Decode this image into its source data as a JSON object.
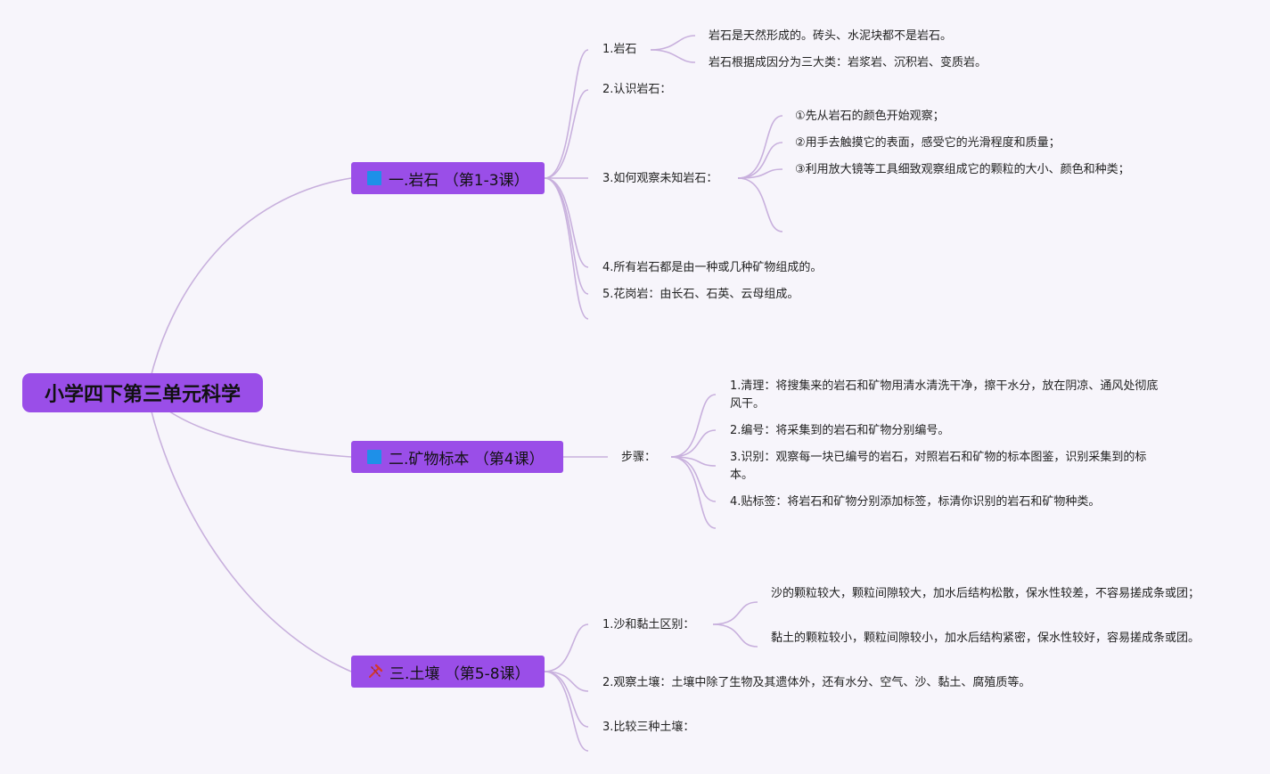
{
  "root": {
    "title": "小学四下第三单元科学"
  },
  "branches": [
    {
      "label": "一.岩石 （第1-3课）",
      "icon": "blue-square-icon",
      "children": {
        "c1": "1.岩石",
        "c1a": "岩石是天然形成的。砖头、水泥块都不是岩石。",
        "c1b": "岩石根据成因分为三大类：岩浆岩、沉积岩、变质岩。",
        "c2": "2.认识岩石：",
        "c3": "3.如何观察未知岩石：",
        "c3a": "①先从岩石的颜色开始观察；",
        "c3b": "②用手去触摸它的表面，感受它的光滑程度和质量；",
        "c3c": "③利用放大镜等工具细致观察组成它的颗粒的大小、颜色和种类；",
        "c4": "4.所有岩石都是由一种或几种矿物组成的。",
        "c5": "5.花岗岩：由长石、石英、云母组成。"
      }
    },
    {
      "label": "二.矿物标本 （第4课）",
      "icon": "blue-square-icon",
      "children": {
        "steps": "步骤：",
        "s1": "1.清理：将搜集来的岩石和矿物用清水清洗干净，擦干水分，放在阴凉、通风处彻底风干。",
        "s2": "2.编号：将采集到的岩石和矿物分别编号。",
        "s3": "3.识别：观察每一块已编号的岩石，对照岩石和矿物的标本图鉴，识别采集到的标本。",
        "s4": "4.贴标签：将岩石和矿物分别添加标签，标清你识别的岩石和矿物种类。"
      }
    },
    {
      "label": "三.土壤 （第5-8课）",
      "icon": "hammer-pick-icon",
      "children": {
        "c1": "1.沙和黏土区别：",
        "c1a": "沙的颗粒较大，颗粒间隙较大，加水后结构松散，保水性较差，不容易搓成条或团；",
        "c1b": "黏土的颗粒较小，颗粒间隙较小，加水后结构紧密，保水性较好，容易搓成条或团。",
        "c2": "2.观察土壤：土壤中除了生物及其遗体外，还有水分、空气、沙、黏土、腐殖质等。",
        "c3": "3.比较三种土壤："
      }
    }
  ],
  "colors": {
    "accent": "#9a4ee8",
    "connector": "#c8b0dd",
    "icon_blue": "#1e90e8",
    "background": "#f7f5fb"
  }
}
